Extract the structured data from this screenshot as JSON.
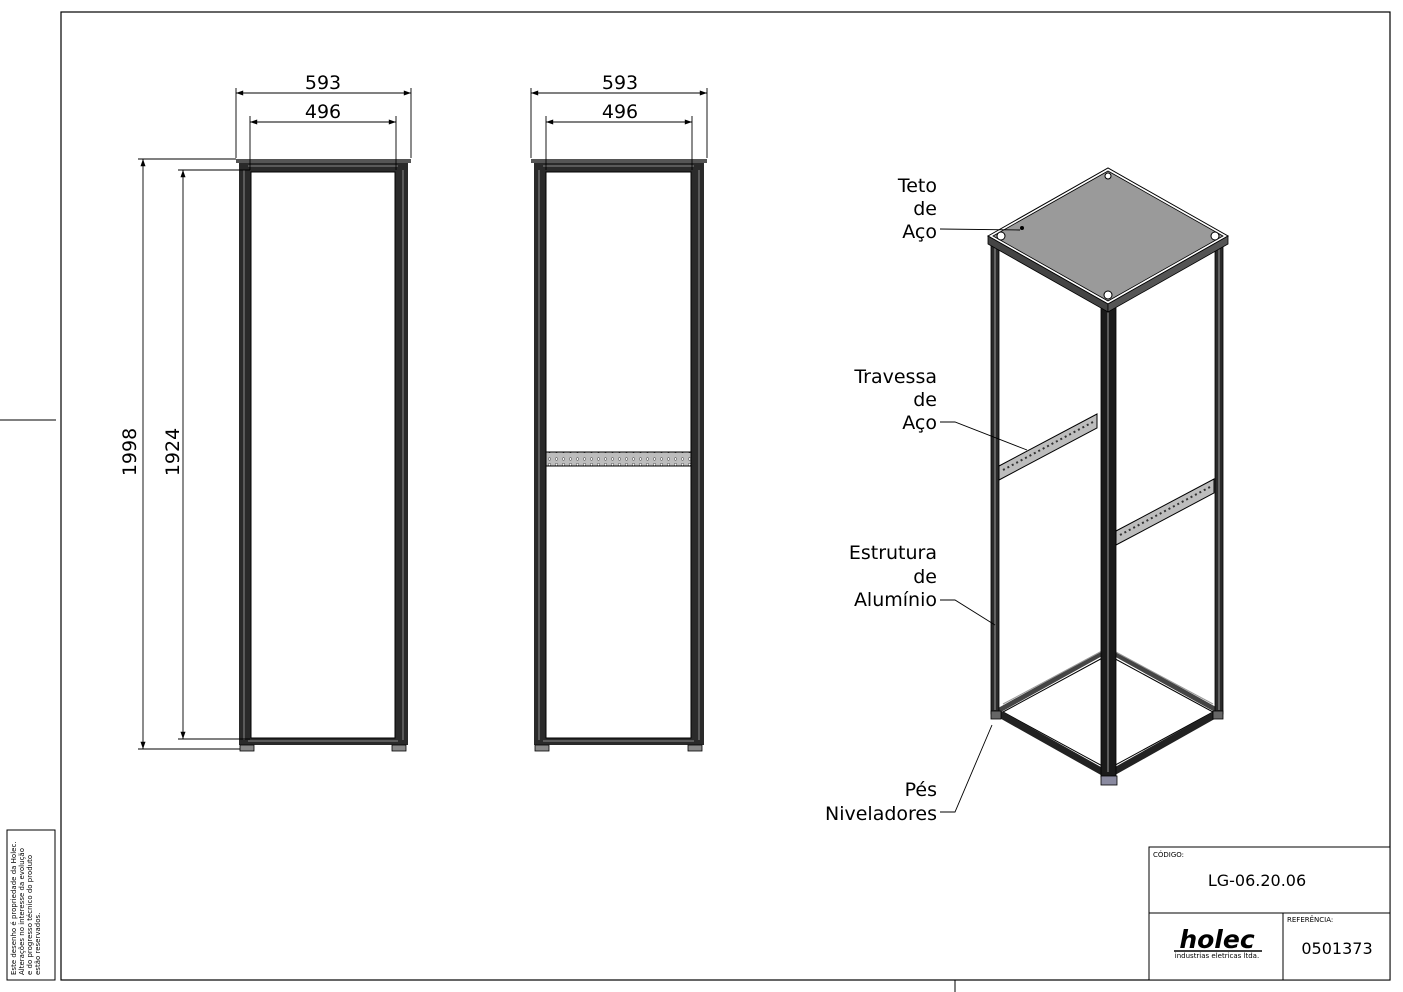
{
  "front_view": {
    "width_outer": "593",
    "width_inner": "496",
    "height_outer": "1998",
    "height_inner": "1924"
  },
  "side_view": {
    "width_outer": "593",
    "width_inner": "496"
  },
  "callouts": {
    "roof": [
      "Teto",
      "de",
      "Aço"
    ],
    "crossbar": [
      "Travessa",
      "de",
      "Aço"
    ],
    "frame": [
      "Estrutura",
      "de",
      "Alumínio"
    ],
    "feet": [
      "Pés",
      "Niveladores"
    ]
  },
  "side_note": [
    "Este desenho é propriedade da Holec.",
    "Alterações no interesse da evolução",
    "e do progresso técnico do produto",
    "estão reservados."
  ],
  "title_block": {
    "code_label": "CÓDIGO:",
    "code_value": "LG-06.20.06",
    "reference_label": "REFERÊNCIA:",
    "reference_value": "0501373",
    "company_name": "holec",
    "company_tagline": "industrias eletricas ltda."
  }
}
